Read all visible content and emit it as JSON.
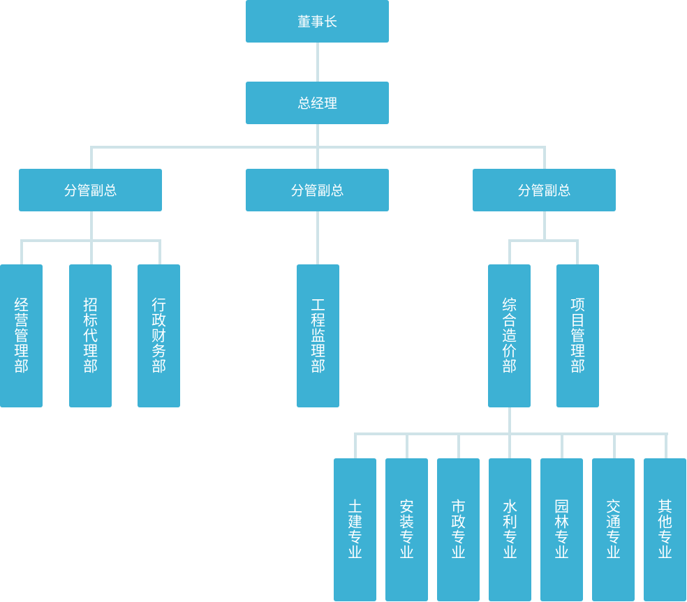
{
  "nodes": {
    "chairman": "董事长",
    "gm": "总经理",
    "vp_left": "分管副总",
    "vp_mid": "分管副总",
    "vp_right": "分管副总",
    "dept_business": "经营管理部",
    "dept_bidding": "招标代理部",
    "dept_admin_finance": "行政财务部",
    "dept_supervision": "工程监理部",
    "dept_costing": "综合造价部",
    "dept_project": "项目管理部",
    "spec_civil": "土建专业",
    "spec_install": "安装专业",
    "spec_municipal": "市政专业",
    "spec_water": "水利专业",
    "spec_garden": "园林专业",
    "spec_traffic": "交通专业",
    "spec_other": "其他专业"
  },
  "colors": {
    "node_fill": "#3db1d4",
    "node_text": "#ffffff",
    "connector": "#cfe3e8"
  }
}
